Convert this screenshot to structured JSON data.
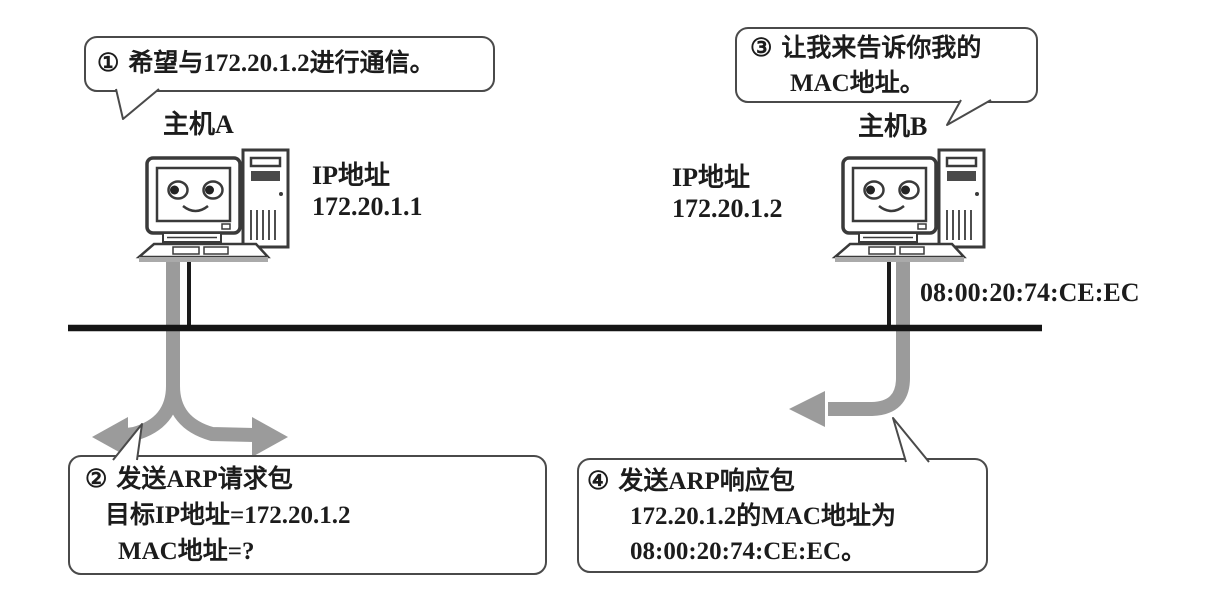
{
  "diagram_title": "ARP address resolution between two hosts (visible content only)",
  "hosts": {
    "a": {
      "name": "主机A",
      "ip_label": "IP地址",
      "ip": "172.20.1.1"
    },
    "b": {
      "name": "主机B",
      "ip_label": "IP地址",
      "ip": "172.20.1.2",
      "mac": "08:00:20:74:CE:EC"
    }
  },
  "callouts": {
    "step1": {
      "number": "①",
      "line1": "希望与172.20.1.2进行通信。"
    },
    "step2": {
      "number": "②",
      "line1": "发送ARP请求包",
      "line2": "目标IP地址=172.20.1.2",
      "line3": "MAC地址=?"
    },
    "step3": {
      "number": "③",
      "line1": "让我来告诉你我的",
      "line2": "MAC地址。"
    },
    "step4": {
      "number": "④",
      "line1": "发送ARP响应包",
      "line2": "172.20.1.2的MAC地址为",
      "line3": "08:00:20:74:CE:EC。"
    }
  },
  "colors": {
    "background": "#ffffff",
    "line_art": "#3a3a3a",
    "bus_line": "#151515",
    "cable_and_arrows": "#9b9b9b",
    "bubble_border": "#4a4a4a",
    "text": "#1c1c1c"
  }
}
